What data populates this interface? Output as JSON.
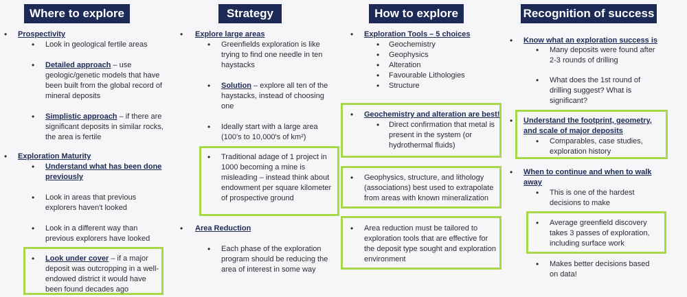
{
  "headers": [
    "Where to explore",
    "Strategy",
    "How to explore",
    "Recognition of success"
  ],
  "col1": {
    "prospectivity": "Prospectivity",
    "fertile": "Look in geological fertile areas",
    "detailed_head": "Detailed approach",
    "detailed_rest": " – use geologic/genetic models that have been built from the global record of mineral deposits",
    "simplistic_head": "Simplistic approach",
    "simplistic_rest": " – if there are significant deposits in similar rocks, the area is fertile",
    "maturity": "Exploration Maturity",
    "understand": "Understand what has been done previously",
    "previous": "Look in areas that previous explorers haven't looked",
    "different": "Look in a different way than previous explorers have looked",
    "cover_head": "Look under cover",
    "cover_rest": " – if a major deposit was outcropping in a well-endowed district it would have been found decades ago"
  },
  "col2": {
    "explore_large": "Explore large areas",
    "needle": "Greenfields exploration is like trying to find one needle in ten haystacks",
    "solution_head": "Solution",
    "solution_rest": " – explore all ten of the haystacks, instead of choosing one",
    "ideally": "Ideally start with a large area (100's to 10,000's of km²)",
    "adage": "Traditional adage of 1 project in 1000 becoming a mine is misleading – instead think about endowment per square kilometer of prospective ground",
    "area_reduction": "Area Reduction",
    "phase": "Each phase of the exploration program should be reducing the area of interest in some way"
  },
  "col3": {
    "tools": "Exploration Tools – 5 choices",
    "tool_items": [
      "Geochemistry",
      "Geophysics",
      "Alteration",
      "Favourable Lithologies",
      "Structure"
    ],
    "geochem_best": "Geochemistry and alteration are best!",
    "direct": "Direct confirmation that metal is present in the system (or hydrothermal fluids)",
    "geophys": "Geophysics, structure, and lithology (associations) best used to extrapolate from areas with known mineralization",
    "area_red": "Area reduction must be tailored to exploration tools that are effective for the deposit type sought and exploration environment"
  },
  "col4": {
    "know": "Know what an exploration success is",
    "many": "Many deposits were found after 2-3 rounds of drilling",
    "first_round": "What does the 1st round of drilling suggest? What is significant?",
    "footprint": "Understand the footprint, geometry, and scale of major deposits",
    "comparables": "Comparables, case studies, exploration history",
    "when": "When to continue and when to walk away",
    "hardest": "This is one of the hardest decisions to make",
    "average": "Average greenfield discovery takes 3 passes of exploration, including surface work",
    "better": "Makes better decisions based on data!"
  },
  "bullet": "•",
  "sub_bullet": "•",
  "colors": {
    "header_bg": "#1c2a55",
    "highlight": "#a8d84a"
  }
}
